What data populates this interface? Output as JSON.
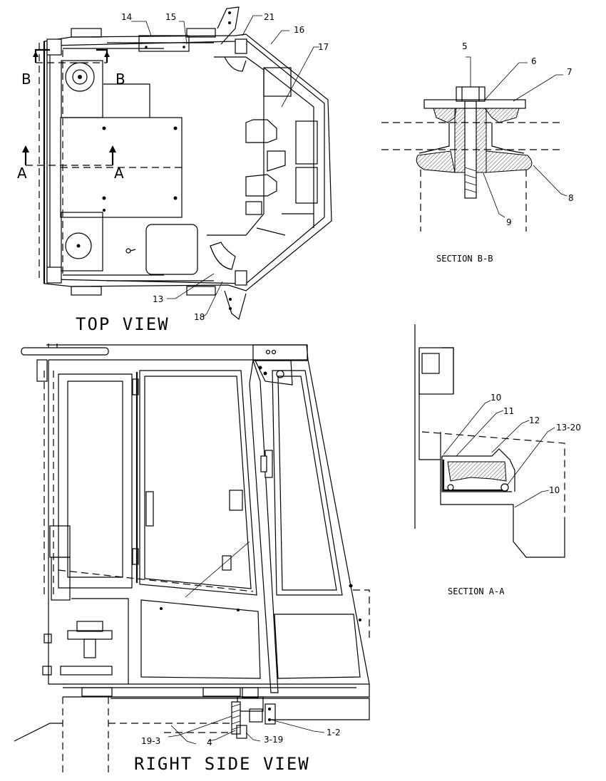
{
  "views": {
    "top_view_title": "TOP VIEW",
    "right_side_view_title": "RIGHT SIDE VIEW",
    "section_bb_title": "SECTION B-B",
    "section_aa_title": "SECTION A-A"
  },
  "section_markers": {
    "b_left": "B",
    "b_right": "B",
    "a_left": "A",
    "a_right": "A"
  },
  "callouts": {
    "top_view": [
      "14",
      "15",
      "21",
      "16",
      "17",
      "13",
      "18"
    ],
    "section_bb": [
      "5",
      "6",
      "7",
      "8",
      "9"
    ],
    "section_aa": [
      "10",
      "11",
      "12",
      "13-20",
      "10"
    ],
    "right_side_view": [
      "19-3",
      "4",
      "3-19",
      "1-2"
    ]
  }
}
